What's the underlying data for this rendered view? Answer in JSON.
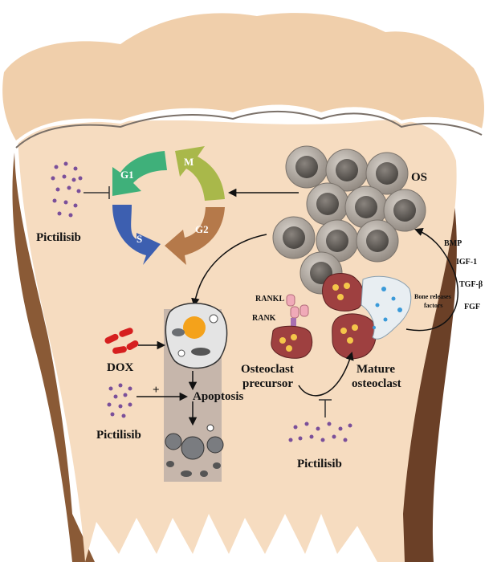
{
  "cycle": {
    "phases": [
      "G1",
      "M",
      "G2",
      "S"
    ],
    "colors": {
      "g1": "#3fb07a",
      "m": "#a9b84a",
      "g2": "#b5794a",
      "s": "#3d5fb0"
    }
  },
  "labels": {
    "os": "OS",
    "pictilisib_left": "Pictilisib",
    "pictilisib_mid": "Pictilisib",
    "pictilisib_bottom": "Pictilisib",
    "dox": "DOX",
    "apoptosis": "Apoptosis",
    "plus": "+",
    "rankl": "RANKL",
    "rank": "RANK",
    "osteoclast_precursor_1": "Osteoclast",
    "osteoclast_precursor_2": "precursor",
    "mature_osteoclast_1": "Mature",
    "mature_osteoclast_2": "osteoclast",
    "bone_releases_1": "Bone releases",
    "bone_releases_2": "factors",
    "factors": [
      "BMP",
      "IGF-1",
      "TGF-β",
      "FGF"
    ]
  },
  "colors": {
    "bone_fill": "#f6dcc0",
    "bone_top": "#f0cfab",
    "bone_shadow": "#8a5a36",
    "os_cell": "#a9a29a",
    "os_nucleus": "#5e5954",
    "osteoclast": "#9e4040",
    "dox": "#d61f1f",
    "dots": "#7a4f9a",
    "apoptosis_band": "#b5aaa4"
  }
}
